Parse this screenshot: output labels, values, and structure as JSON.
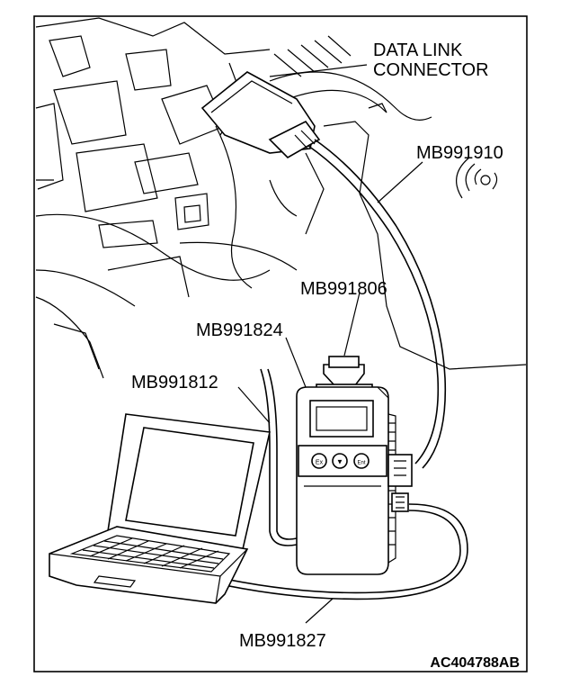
{
  "labels": {
    "data_link_line1": "DATA LINK",
    "data_link_line2": "CONNECTOR",
    "mb991910": "MB991910",
    "mb991806": "MB991806",
    "mb991824": "MB991824",
    "mb991812": "MB991812",
    "mb991827": "MB991827",
    "figure_code": "AC404788AB"
  },
  "device_buttons": [
    "Ex",
    "▼",
    "Ent"
  ]
}
